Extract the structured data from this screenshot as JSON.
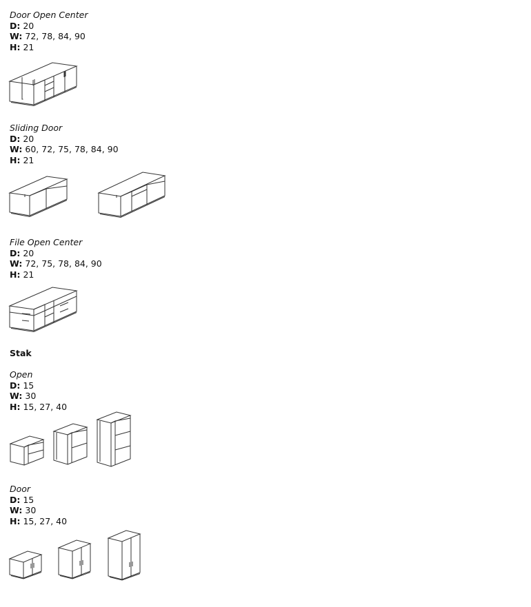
{
  "sections": [
    {
      "title": "Door Open Center",
      "d_label": "D:",
      "d_value": "20",
      "w_label": "W:",
      "w_value": "72, 78, 84, 90",
      "h_label": "H:",
      "h_value": "21"
    },
    {
      "title": "Sliding Door",
      "d_label": "D:",
      "d_value": "20",
      "w_label": "W:",
      "w_value": "60, 72, 75, 78, 84, 90",
      "h_label": "H:",
      "h_value": "21"
    },
    {
      "title": "File Open Center",
      "d_label": "D:",
      "d_value": "20",
      "w_label": "W:",
      "w_value": "72, 75, 78, 84, 90",
      "h_label": "H:",
      "h_value": "21"
    },
    {
      "title": "Open",
      "d_label": "D:",
      "d_value": "15",
      "w_label": "W:",
      "w_value": "30",
      "h_label": "H:",
      "h_value": "15, 27, 40"
    },
    {
      "title": "Door",
      "d_label": "D:",
      "d_value": "15",
      "w_label": "W:",
      "w_value": "30",
      "h_label": "H:",
      "h_value": "15, 27, 40"
    }
  ],
  "stak_heading": "Stak",
  "colors": {
    "text": "#111111",
    "line": "#333333"
  }
}
